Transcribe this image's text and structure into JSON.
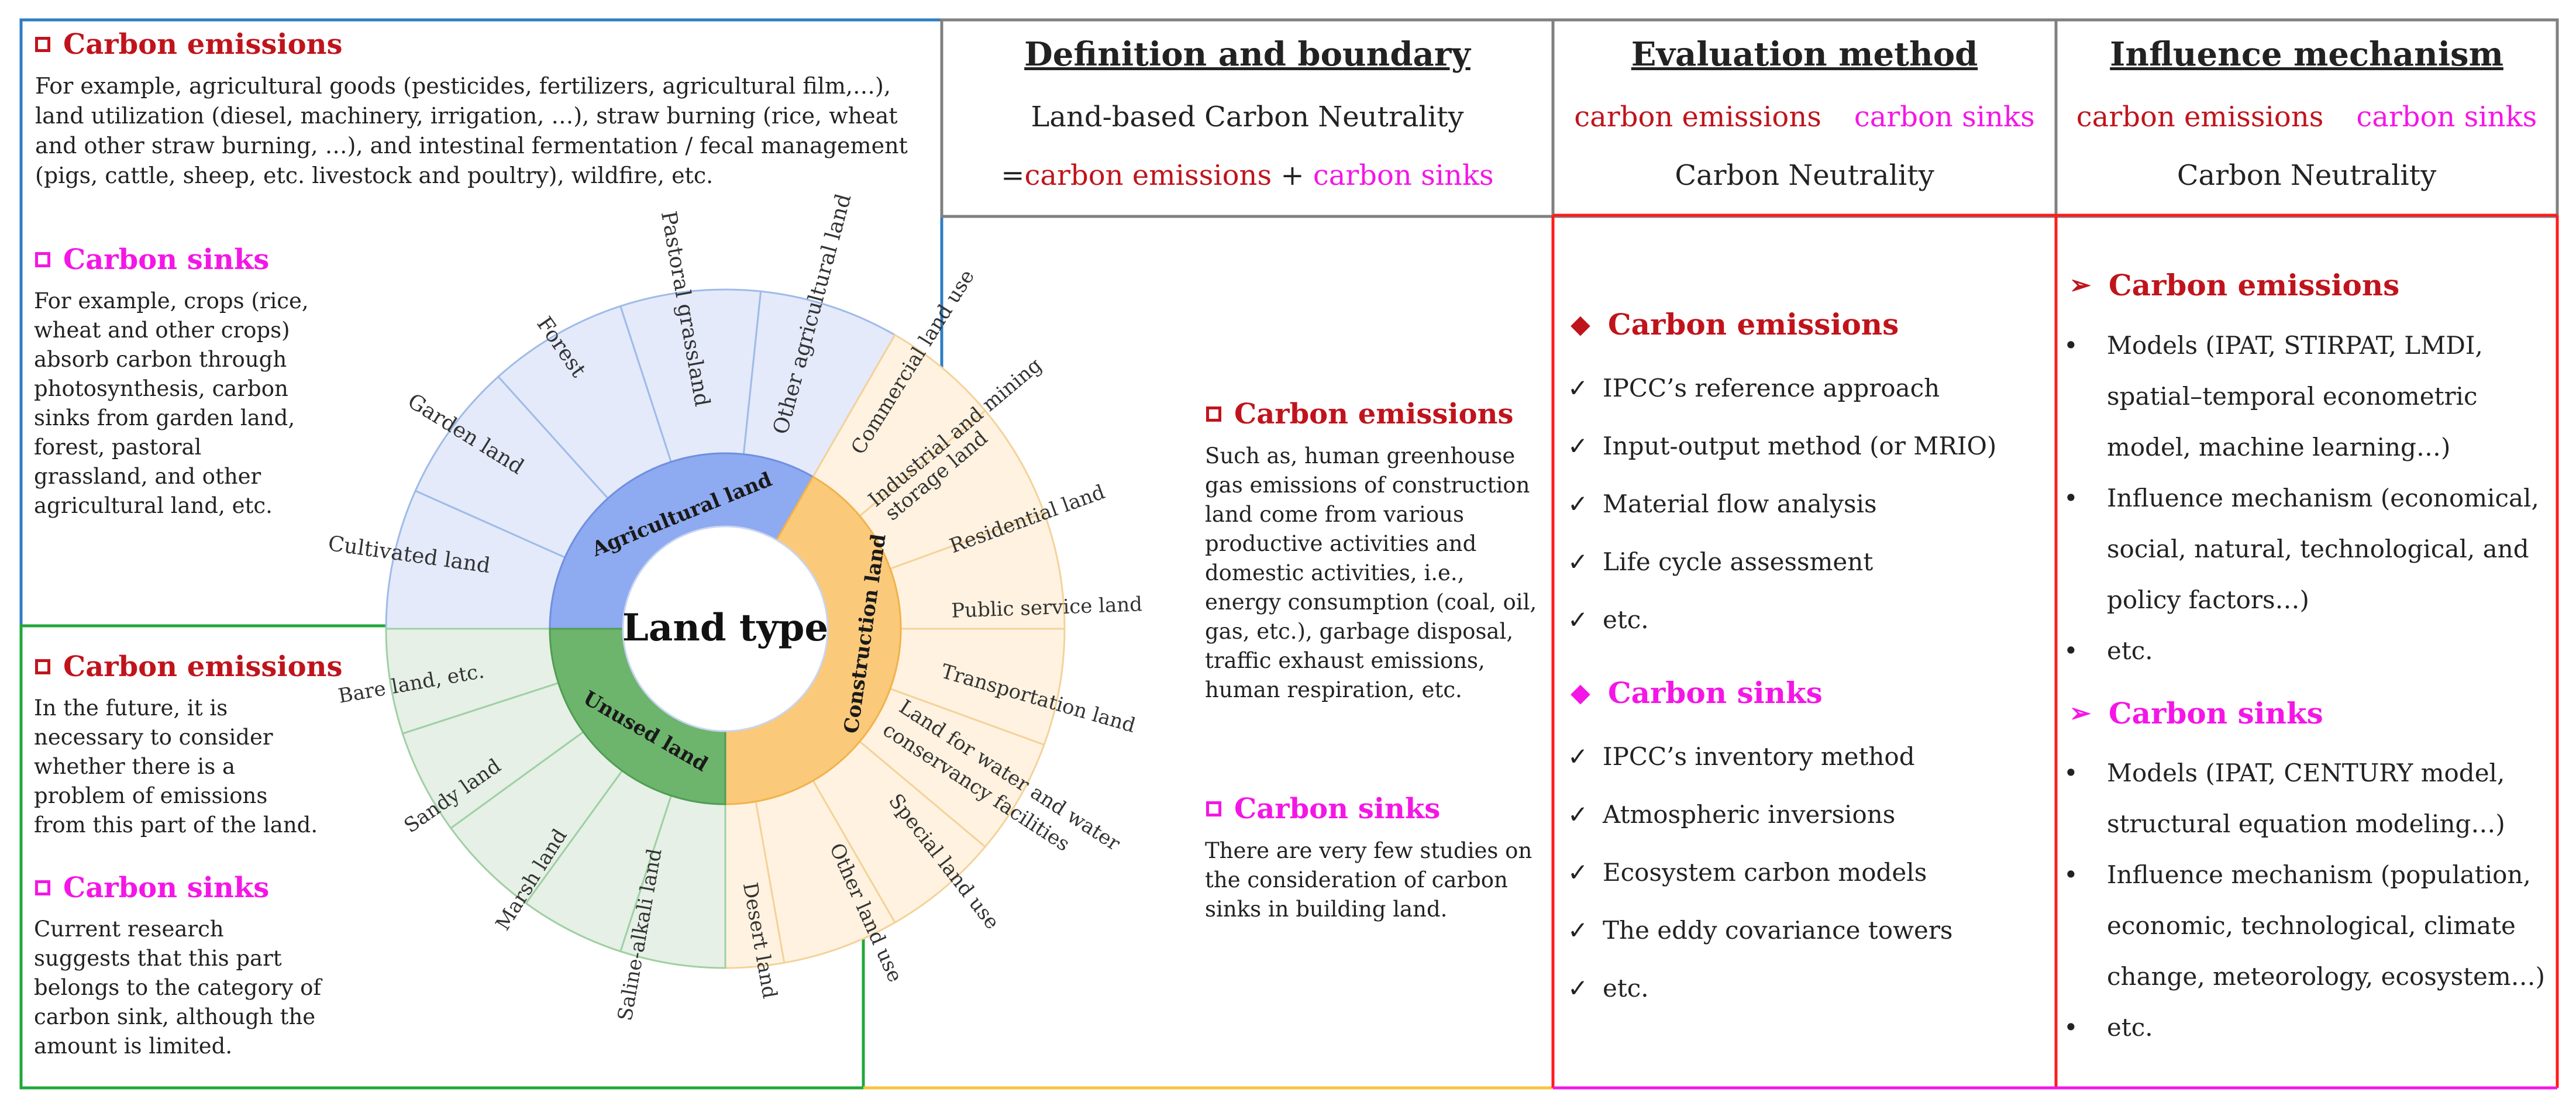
{
  "colors": {
    "emission": "#c0141c",
    "sink": "#f416e6",
    "agri": "#8eaaf0",
    "construction": "#fac97a",
    "unused": "#6db56d",
    "agri_light": "#e4eafa",
    "construction_light": "#fff2e0",
    "unused_light": "#e6f0e6"
  },
  "left": {
    "agri_emissions": {
      "title": "Carbon emissions",
      "text": "For example, agricultural goods (pesticides, fertilizers, agricultural film,…), land utilization (diesel, machinery, irrigation, …), straw burning (rice, wheat and other straw burning, …), and intestinal fermentation / fecal management (pigs, cattle, sheep, etc. livestock and poultry), wildfire, etc."
    },
    "agri_sinks": {
      "title": "Carbon sinks",
      "text": "For example, crops (rice, wheat and other crops) absorb carbon through photosynthesis, carbon sinks from garden land, forest, pastoral grassland, and other agricultural land, etc."
    },
    "unused_emissions": {
      "title": "Carbon emissions",
      "text": "In the future, it is necessary to consider whether there is a problem of emissions from this part of the land."
    },
    "unused_sinks": {
      "title": "Carbon sinks",
      "text": "Current research suggests that this part belongs to the category of carbon sink, although the amount is limited."
    }
  },
  "wheel": {
    "center": "Land type",
    "agri_label": "Agricultural land",
    "construction_label": "Construction land",
    "unused_label": "Unused land",
    "agri_items": [
      "Cultivated land",
      "Garden land",
      "Forest",
      "Pastoral grassland",
      "Other agricultural land"
    ],
    "construction_items": [
      "Commercial land use",
      "Industrial and mining",
      "storage land",
      "Residential land",
      "Public service land",
      "Transportation land",
      "Land for water and water",
      "conservancy facilities",
      "Special land use",
      "Other land use"
    ],
    "unused_items": [
      "Bare land, etc.",
      "Sandy land",
      "Marsh land",
      "Saline-alkali land",
      "Desert land"
    ]
  },
  "definition": {
    "title": "Definition and boundary",
    "line1": "Land-based Carbon Neutrality",
    "eq": "=",
    "emissions": "carbon emissions",
    "plus": " + ",
    "sinks": "carbon sinks"
  },
  "construction_notes": {
    "emissions": {
      "title": "Carbon emissions",
      "text": "Such as, human greenhouse gas emissions of construction land come from various productive activities and domestic activities, i.e., energy consumption (coal, oil, gas, etc.), garbage disposal, traffic exhaust emissions, human respiration,  etc."
    },
    "sinks": {
      "title": "Carbon sinks",
      "text": "There are very few studies on the consideration of carbon sinks in building land."
    }
  },
  "evaluation": {
    "title": "Evaluation method",
    "emissions": "carbon emissions",
    "sinks": "carbon sinks",
    "neutrality": "Carbon Neutrality",
    "emissions_head": "Carbon emissions",
    "emissions_items": [
      "IPCC’s reference approach",
      "Input-output method (or MRIO)",
      "Material flow analysis",
      "Life cycle assessment",
      "etc."
    ],
    "sinks_head": "Carbon sinks",
    "sinks_items": [
      "IPCC’s inventory method",
      "Atmospheric inversions",
      "Ecosystem carbon models",
      "The eddy covariance towers",
      "etc."
    ]
  },
  "influence": {
    "title": "Influence mechanism",
    "emissions": "carbon emissions",
    "sinks": "carbon sinks",
    "neutrality": "Carbon Neutrality",
    "emissions_head": "Carbon emissions",
    "emissions_items": [
      "Models (IPAT, STIRPAT, LMDI, spatial–temporal econometric model, machine learning…)",
      "Influence mechanism (economical, social, natural, technological, and policy factors…)",
      "etc."
    ],
    "sinks_head": "Carbon sinks",
    "sinks_items": [
      "Models (IPAT, CENTURY model, structural equation modeling…)",
      "Influence mechanism (population, economic, technological, climate change, meteorology, ecosystem…)",
      "etc."
    ]
  },
  "markers": {
    "check": "✓",
    "bullet": "•",
    "diamond": "◆",
    "arrow": "➢"
  }
}
